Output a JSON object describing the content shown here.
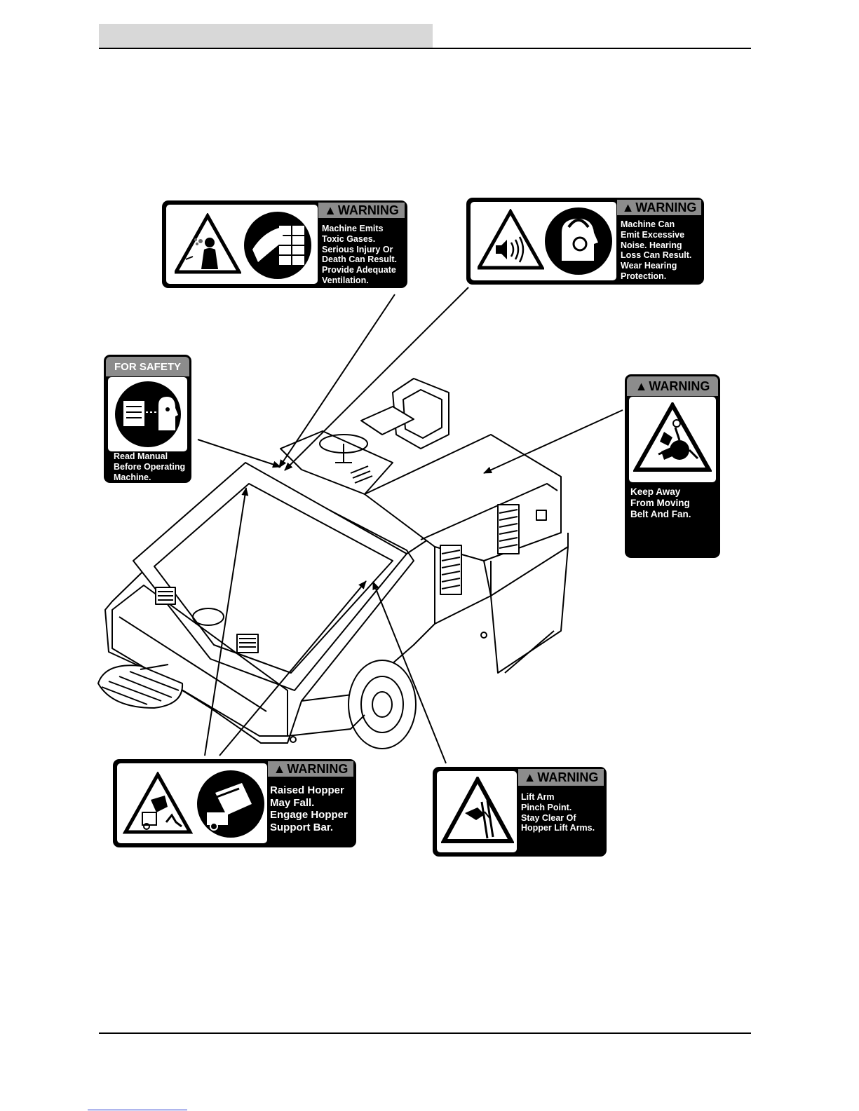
{
  "decals": {
    "toxic_gas": {
      "header": "WARNING",
      "message": "Machine Emits\nToxic Gases.\nSerious Injury Or\nDeath Can Result.\nProvide Adequate\nVentilation.",
      "icons": [
        "toxic-gas-hazard-icon",
        "open-window-ventilation-icon"
      ]
    },
    "noise": {
      "header": "WARNING",
      "message": "Machine Can\nEmit Excessive\nNoise. Hearing\nLoss Can Result.\nWear Hearing\nProtection.",
      "icons": [
        "loud-noise-hazard-icon",
        "hearing-protection-icon"
      ]
    },
    "read_manual": {
      "header": "FOR SAFETY",
      "message": "Read Manual\nBefore Operating\nMachine.",
      "icons": [
        "read-manual-icon"
      ]
    },
    "moving_belt": {
      "header": "WARNING",
      "message": "Keep Away\nFrom Moving\nBelt And Fan.",
      "icons": [
        "belt-fan-entanglement-icon"
      ]
    },
    "raised_hopper": {
      "header": "WARNING",
      "message": "Raised Hopper\nMay Fall.\nEngage Hopper\nSupport Bar.",
      "icons": [
        "falling-hopper-hazard-icon",
        "hopper-support-bar-icon"
      ]
    },
    "lift_arm": {
      "header": "WARNING",
      "message": "Lift Arm\nPinch Point.\nStay Clear Of\nHopper Lift Arms.",
      "icons": [
        "pinch-point-hazard-icon"
      ]
    }
  },
  "colors": {
    "ink": "#000000",
    "label_gray": "#8c8c8c",
    "header_band": "#d8d8d8",
    "link": "#2233cc"
  }
}
